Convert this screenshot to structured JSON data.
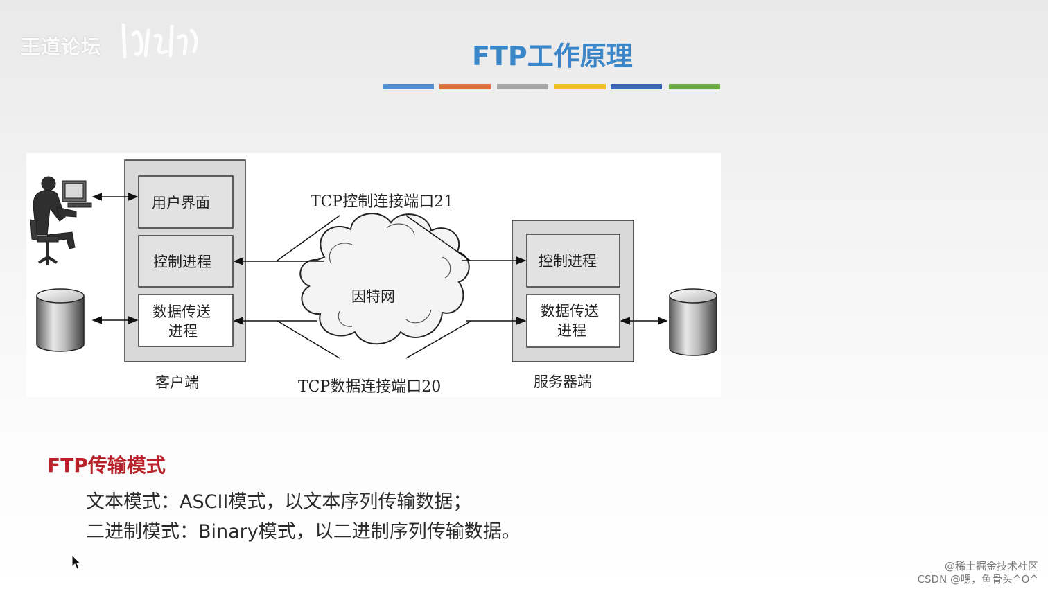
{
  "watermark": {
    "logo_text": "王道论坛",
    "corner_line1": "@稀土掘金技术社区",
    "corner_line2": "CSDN @嘿，鱼骨头^O^"
  },
  "slide": {
    "title": "FTP工作原理",
    "accent_bar_colors": [
      "#4f8fd6",
      "#e06f3a",
      "#a6a6a6",
      "#f0bf2c",
      "#3b66b8",
      "#6aaa3f"
    ]
  },
  "diagram": {
    "top_connection_label": "TCP控制连接端口21",
    "bottom_connection_label": "TCP数据连接端口20",
    "cloud_label": "因特网",
    "client": {
      "label": "客户端",
      "boxes": [
        "用户界面",
        "控制进程",
        "数据传送",
        "进程"
      ]
    },
    "server": {
      "label": "服务器端",
      "boxes": [
        "控制进程",
        "数据传送",
        "进程"
      ]
    }
  },
  "modes": {
    "heading": "FTP传输模式",
    "lines": [
      "文本模式：ASCII模式，以文本序列传输数据；",
      "二进制模式：Binary模式，以二进制序列传输数据。"
    ]
  }
}
